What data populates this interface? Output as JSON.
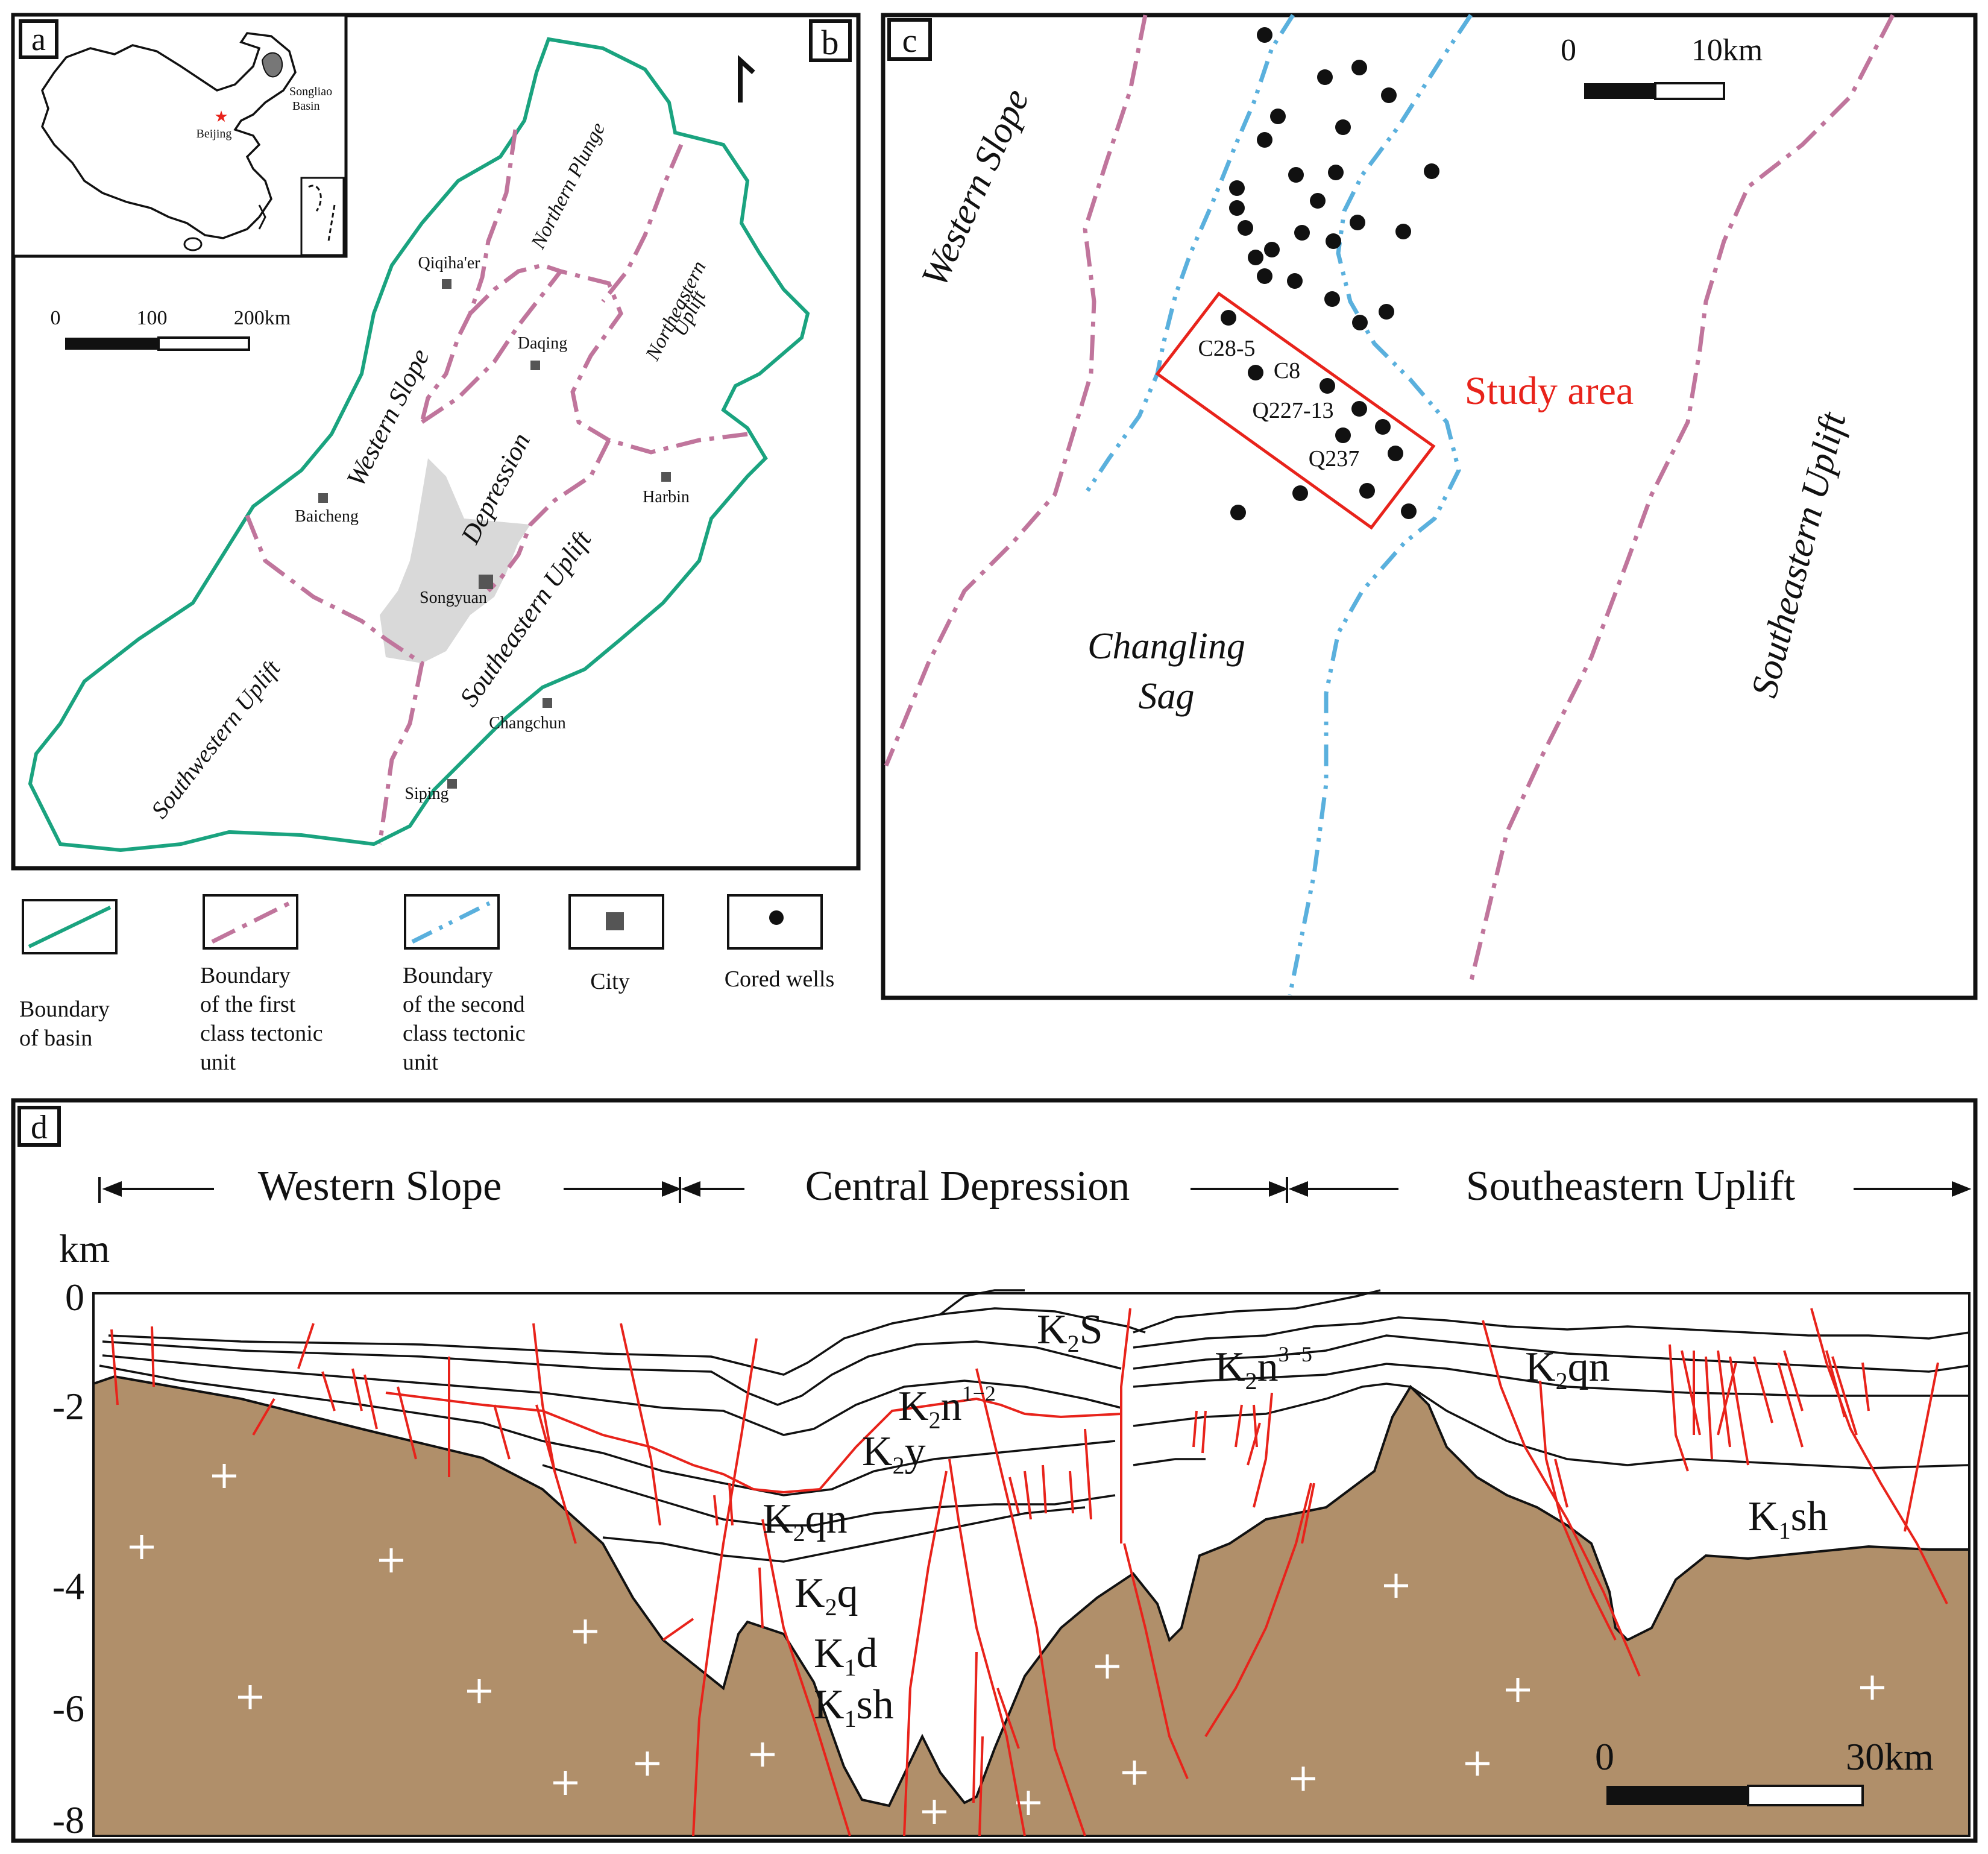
{
  "panels": {
    "a": {
      "label": "a",
      "songliao": "Songliao\nBasin",
      "beijing": "Beijing"
    },
    "b": {
      "label": "b",
      "scale": {
        "zero": "0",
        "mid": "100",
        "end": "200km"
      },
      "cities": [
        "Qiqiha'er",
        "Daqing",
        "Baicheng",
        "Harbin",
        "Songyuan",
        "Changchun",
        "Siping"
      ],
      "units": [
        "Northern Plunge",
        "Northeastern\nUplift",
        "Western Slope",
        "Depression",
        "Southeastern Uplift",
        "Southwestern Uplift"
      ]
    },
    "c": {
      "label": "c",
      "scale": {
        "zero": "0",
        "end": "10km"
      },
      "units": [
        "Western Slope",
        "Changling\nSag",
        "Southeastern Uplift"
      ],
      "study_area": "Study area",
      "wells": [
        "C28-5",
        "C8",
        "Q227-13",
        "Q237"
      ]
    },
    "d": {
      "label": "d",
      "sections": [
        "Western Slope",
        "Central Depression",
        "Southeastern Uplift"
      ],
      "depth_unit": "km",
      "depth_ticks": [
        "0",
        "-2",
        "-4",
        "-6",
        "-8"
      ],
      "scale": {
        "zero": "0",
        "end": "30km"
      },
      "strata_labels": [
        "K2S",
        "K2n3-5",
        "K2n1-2",
        "K2y",
        "K2qn",
        "K2q",
        "K1d",
        "K1sh",
        "K2qn",
        "K1sh"
      ]
    }
  },
  "legend": [
    {
      "label": "Boundary\nof basin",
      "symbol": "green-line"
    },
    {
      "label": "Boundary\nof the first\nclass tectonic\nunit",
      "symbol": "pink-dash-dot-line"
    },
    {
      "label": "Boundary\nof the second\nclass tectonic\nunit",
      "symbol": "blue-dash-dot-line"
    },
    {
      "label": "City",
      "symbol": "grey-square"
    },
    {
      "label": "Cored wells",
      "symbol": "black-dot"
    }
  ],
  "colors": {
    "basin_boundary": "#1aa37f",
    "first_class_boundary": "#c0759c",
    "second_class_boundary": "#5ab0dd",
    "study_area": "#e8231b",
    "fault": "#e8231b",
    "basement": "#b08f6a",
    "depression_fill": "#d9d9d9"
  }
}
